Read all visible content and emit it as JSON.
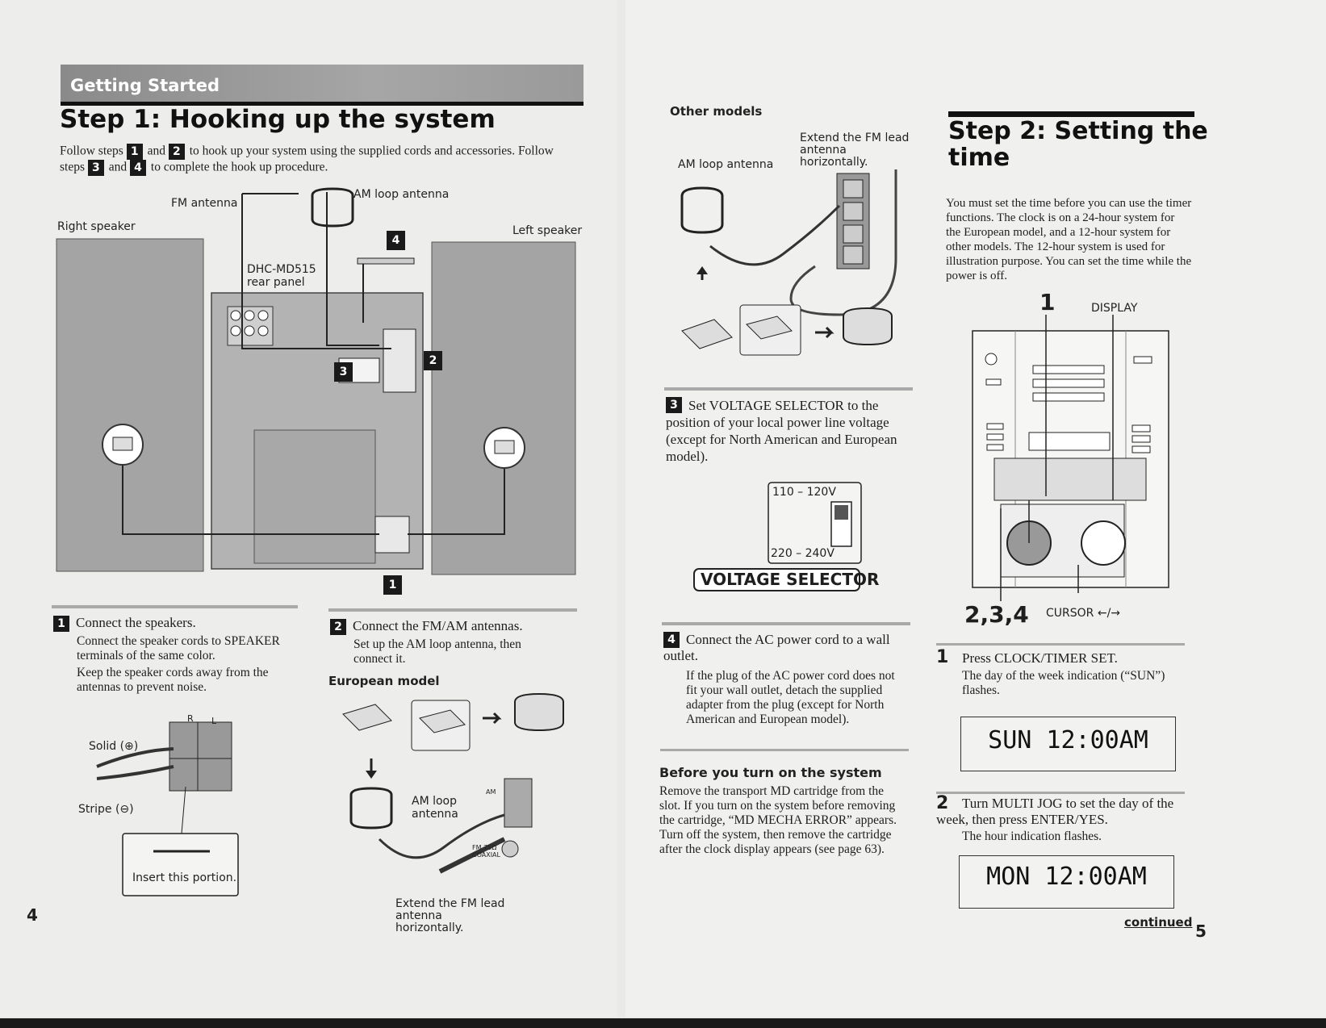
{
  "left_page": {
    "section_band": "Getting Started",
    "title": "Step 1:  Hooking up the system",
    "intro_line1": "Follow steps",
    "intro_mid1": "and",
    "intro_mid2": "to hook up your system using the supplied cords and accessories.  Follow",
    "intro_line2a": "steps",
    "intro_line2b": "and",
    "intro_line2c": "to complete the hook up procedure.",
    "badge_1": "1",
    "badge_2": "2",
    "badge_3": "3",
    "badge_4": "4",
    "diagram": {
      "fm_antenna": "FM antenna",
      "am_loop_antenna": "AM loop antenna",
      "right_speaker": "Right speaker",
      "left_speaker": "Left speaker",
      "rear_panel_line1": "DHC-MD515",
      "rear_panel_line2": "rear panel"
    },
    "step1": {
      "num": "1",
      "heading": "Connect the speakers.",
      "body1": "Connect the speaker cords to SPEAKER terminals of the same color.",
      "body2": "Keep the speaker cords away from the antennas to prevent noise.",
      "solid": "Solid (⊕)",
      "stripe": "Stripe (⊖)",
      "r": "R",
      "l": "L",
      "insert": "Insert this portion."
    },
    "step2": {
      "num": "2",
      "heading": "Connect the FM/AM antennas.",
      "body": "Set up the AM loop antenna, then connect it.",
      "european_model": "European model",
      "am_loop_line1": "AM loop",
      "am_loop_line2": "antenna",
      "extend_line1": "Extend the FM lead",
      "extend_line2": "antenna",
      "extend_line3": "horizontally.",
      "am_tag": "AM",
      "fm_tag": "FM 75Ω COAXIAL"
    },
    "page_number": "4"
  },
  "middle": {
    "other_models": "Other models",
    "am_loop_antenna": "AM loop antenna",
    "extend_line1": "Extend the FM lead",
    "extend_line2": "antenna",
    "extend_line3": "horizontally.",
    "step3": {
      "num": "3",
      "heading": "Set VOLTAGE SELECTOR to the position of your local power line voltage (except for North American and European model)."
    },
    "voltage_high": "110 – 120V",
    "voltage_low": "220 – 240V",
    "voltage_selector": "VOLTAGE SELECTOR",
    "step4": {
      "num": "4",
      "heading": "Connect the AC power cord to a wall outlet.",
      "body": "If the plug of the AC power cord does not fit your wall outlet, detach the supplied adapter from the plug (except for North American and European model)."
    },
    "before_heading": "Before you turn on the system",
    "before_body": "Remove the transport MD cartridge from the slot.  If you turn on the system before removing the cartridge, “MD MECHA ERROR” appears.  Turn off the system, then remove the cartridge after the clock display appears (see page 63)."
  },
  "right_page": {
    "title_line1": "Step 2:  Setting the",
    "title_line2": "time",
    "intro": "You must set the time before you can use the timer functions.  The clock is on a 24-hour system for the European model, and a 12-hour system for other models.  The 12-hour system is used for illustration purpose.  You can set the time while the power is off.",
    "callout_1": "1",
    "display_label": "DISPLAY",
    "callout_234": "2,3,4",
    "cursor_label": "CURSOR ←/→",
    "step1": {
      "num": "1",
      "heading": "Press CLOCK/TIMER SET.",
      "body": "The day of the week indication (“SUN”) flashes.",
      "lcd": "SUN 12:00AM"
    },
    "step2": {
      "num": "2",
      "heading": "Turn MULTI JOG to set the day of the week, then press ENTER/YES.",
      "body": "The hour indication flashes.",
      "lcd": "MON 12:00AM"
    },
    "continued": "continued",
    "page_number": "5"
  }
}
